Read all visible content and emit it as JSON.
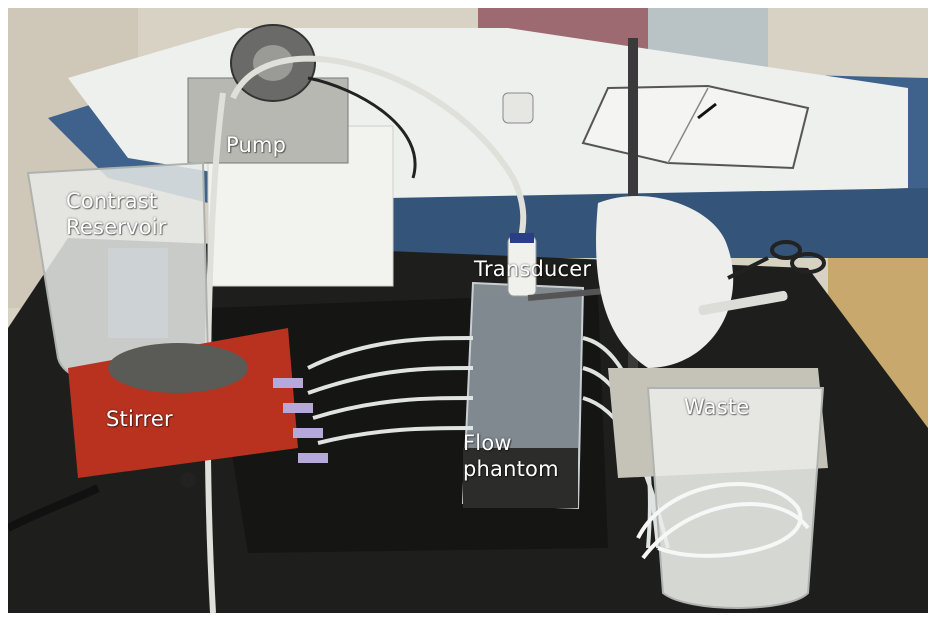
{
  "labels": {
    "pump": "Pump",
    "contrast_line1": "Contrast",
    "contrast_line2": "Reservoir",
    "transducer": "Transducer",
    "stirrer": "Stirrer",
    "flow_line1": "Flow",
    "flow_line2": "phantom",
    "waste": "Waste"
  },
  "colors": {
    "label_text": "#ffffff",
    "tray": "#1e1e1c",
    "couch_cushion": "#3f628c",
    "stirrer_body": "#b8321f"
  }
}
